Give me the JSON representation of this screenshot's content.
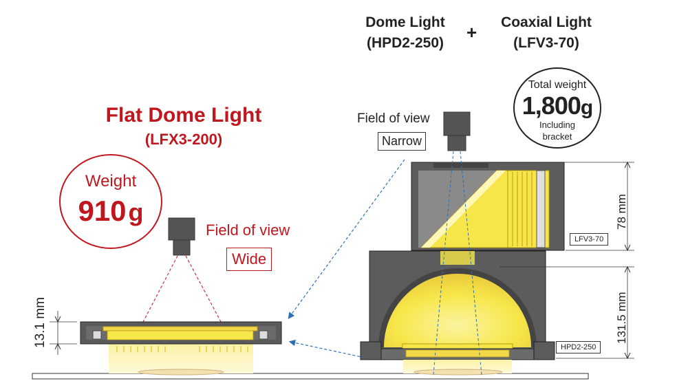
{
  "combo": {
    "dome_name": "Dome Light",
    "dome_model": "(HPD2-250)",
    "plus": "+",
    "coax_name": "Coaxial Light",
    "coax_model": "(LFV3-70)"
  },
  "total_weight": {
    "label": "Total weight",
    "value": "1,800",
    "unit": "g",
    "note_line1": "Including",
    "note_line2": "bracket"
  },
  "flat": {
    "title": "Flat Dome Light",
    "model": "(LFX3-200)",
    "weight_label": "Weight",
    "weight_value": "910",
    "weight_unit": "g"
  },
  "fov_right": {
    "label": "Field of view",
    "value": "Narrow"
  },
  "fov_left": {
    "label": "Field of view",
    "value": "Wide"
  },
  "dimensions": {
    "left_height": "13.1 mm",
    "coax_height": "78 mm",
    "dome_height": "131.5 mm"
  },
  "tags": {
    "coax": "LFV3-70",
    "dome": "HPD2-250"
  },
  "colors": {
    "accent_red": "#c0161d",
    "light_yellow": "#f7e64a",
    "housing_gray": "#595959",
    "dashed_blue": "#2f6fb5"
  }
}
